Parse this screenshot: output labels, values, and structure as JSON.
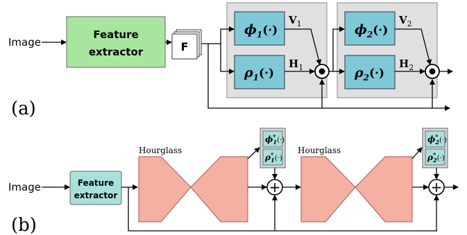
{
  "panel_a": {
    "label": "(a)",
    "input_label": "Image",
    "extractor_label_line1": "Feature",
    "extractor_label_line2": "extractor",
    "feature_map_label": "F",
    "stage1": {
      "phi_label": "ϕ",
      "phi_sub": "1",
      "phi_args": "(·)",
      "rho_label": "ρ",
      "rho_sub": "1",
      "rho_args": "(·)",
      "v_out": "V",
      "v_sub": "1",
      "h_out": "H",
      "h_sub": "1"
    },
    "stage2": {
      "phi_label": "ϕ",
      "phi_sub": "2",
      "phi_args": "(·)",
      "rho_label": "ρ",
      "rho_sub": "2",
      "rho_args": "(·)",
      "v_out": "V",
      "v_sub": "2",
      "h_out": "H",
      "h_sub": "2"
    },
    "colors": {
      "extractor_fill": "#a8e6a0",
      "block_fill": "#7fc8d8",
      "stage_bg": "#e0e0e0"
    }
  },
  "panel_b": {
    "label": "(b)",
    "input_label": "Image",
    "extractor_label_line1": "Feature",
    "extractor_label_line2": "extractor",
    "hourglass1_label": "Hourglass",
    "hourglass2_label": "Hourglass",
    "head1": {
      "phi": "ϕ",
      "phi_sup": "*",
      "phi_sub": "1",
      "rho": "ρ",
      "rho_sup": "*",
      "rho_sub": "1",
      "args": "(·)"
    },
    "head2": {
      "phi": "ϕ",
      "phi_sup": "*",
      "phi_sub": "2",
      "rho": "ρ",
      "rho_sup": "*",
      "rho_sub": "2",
      "args": "(·)"
    },
    "plus_symbol": "+",
    "colors": {
      "extractor_fill": "#a8e0dc",
      "hourglass_fill": "#f4b0a0",
      "head_fill": "#a8e0dc"
    }
  }
}
